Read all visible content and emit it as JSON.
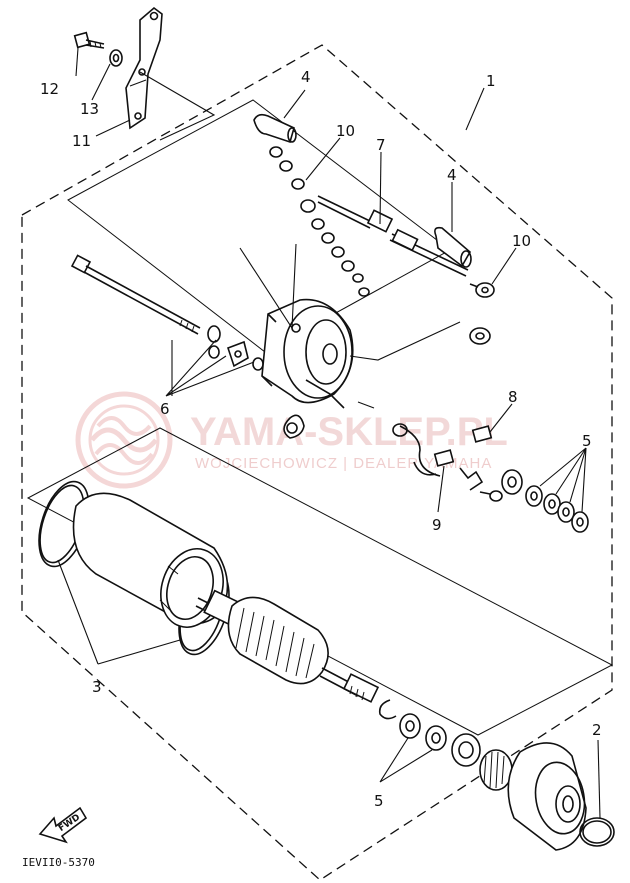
{
  "callouts": [
    {
      "id": "c1",
      "text": "1"
    },
    {
      "id": "c2",
      "text": "2"
    },
    {
      "id": "c3",
      "text": "3"
    },
    {
      "id": "c4a",
      "text": "4"
    },
    {
      "id": "c4b",
      "text": "4"
    },
    {
      "id": "c5a",
      "text": "5"
    },
    {
      "id": "c5b",
      "text": "5"
    },
    {
      "id": "c6",
      "text": "6"
    },
    {
      "id": "c7",
      "text": "7"
    },
    {
      "id": "c8",
      "text": "8"
    },
    {
      "id": "c9",
      "text": "9"
    },
    {
      "id": "c10a",
      "text": "10"
    },
    {
      "id": "c10b",
      "text": "10"
    },
    {
      "id": "c11",
      "text": "11"
    },
    {
      "id": "c12",
      "text": "12"
    },
    {
      "id": "c13",
      "text": "13"
    }
  ],
  "diagram_code": "IEVII0-5370",
  "direction_label": "FWD",
  "watermark": {
    "main": "YAMA-SKLEP.PL",
    "sub": "WOJCIECHOWICZ | DEALER YAMAHA"
  },
  "colors": {
    "ink": "#111111",
    "watermark": "#e9b9b9"
  }
}
